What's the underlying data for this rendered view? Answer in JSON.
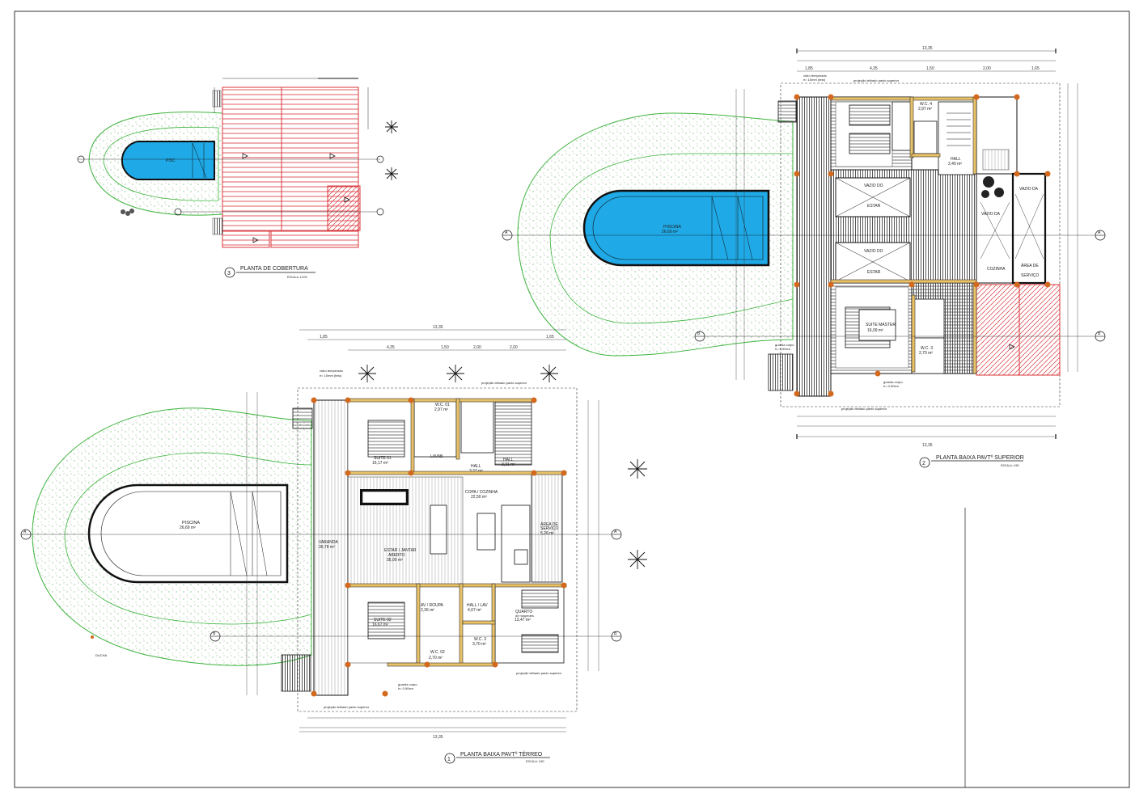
{
  "plans": {
    "roof": {
      "number": "3",
      "title": "PLANTA DE COBERTURA",
      "scale": "ESCALA: 1/100",
      "pool_label": "PISC"
    },
    "upper": {
      "number": "2",
      "title": "PLANTA BAIXA PAVTº SUPERIOR",
      "scale": "ESCALA: 1/50",
      "pool_label": "PISCINA",
      "pool_area": "26,69 m²",
      "rooms": {
        "wc4": "W.C. 4",
        "wc4_area": "2,97 m²",
        "hall": "HALL",
        "hall_area": "2,40 m²",
        "vazio_estar_1": "VAZIO DO",
        "vazio_estar_1b": "ESTAR",
        "vazio_estar_2": "VAZIO DO",
        "vazio_estar_2b": "ESTAR",
        "vazio_da": "VAZIO DA",
        "vazio_da2": "VAZIO DA",
        "cozinha": "COZINHA",
        "area_servico": "ÁREA DE",
        "area_servico2": "SERVIÇO",
        "suite_master": "SUITE MASTER",
        "suite_master_area": "16,09 m²",
        "wc3": "W.C. 3",
        "wc3_area": "2,70 m²"
      },
      "notes": {
        "vidro": "vidro temperado",
        "vidro2": "e= 10mm (teto)",
        "projecao": "projeção telhado pavto superior",
        "guarda_corpo": "guarda corpo",
        "guarda_corpo2": "h= 0,90cm"
      },
      "dims_top": [
        "1,85",
        "4,35",
        "1,50",
        "2,00",
        "1,65"
      ],
      "dims_total": "13,35"
    },
    "ground": {
      "number": "1",
      "title": "PLANTA BAIXA PAVTº TÉRREO",
      "scale": "ESCALA: 1/50",
      "pool_label": "PISCINA",
      "pool_area": "26,69 m²",
      "rooms": {
        "wc01": "W.C. 01",
        "wc01_area": "2,97 m²",
        "suite01": "SUITE 01",
        "suite01_area": "16,17 m²",
        "lavabo": "LAVAB",
        "hall1": "HALL",
        "hall1_area": "3,27 m²",
        "hall2": "HALL",
        "hall2_area": "2,31 m²",
        "copa": "COPA / COZINHA",
        "copa_area": "22,50 m²",
        "area_servico": "ÁREA DE",
        "area_servico2": "SERVIÇO",
        "area_servico_area": "5,26 m²",
        "varanda": "VARANDA",
        "varanda_area": "30,78 m²",
        "estar": "ESTAR / JANTAR",
        "estar2": "ABERTO",
        "estar_area": "35,09 m²",
        "suite02": "SUITE 02",
        "suite02_area": "16,67 m²",
        "av_roupa": "AV / ROUPA",
        "av_roupa_area": "2,36 m²",
        "hall_lav": "HALL / LAV",
        "hall_lav_area": "4,07 m²",
        "quarto": "QUARTO",
        "quarto_sub": "de hóspedes",
        "quarto_area": "13,47 m²",
        "wc3": "W.C. 3",
        "wc3_area": "3,70 m²",
        "wc02": "W.C. 02",
        "wc02_area": "2,70 m²",
        "ducha": "DUCHA"
      },
      "notes": {
        "vidro": "vidro temperado",
        "vidro2": "e= 10mm (teto)",
        "projecao": "projeção telhado pavto superior",
        "guarda_corpo": "guarda corpo",
        "guarda_corpo2": "h= 0,90cm"
      },
      "dims_top": [
        "1,85",
        "4,35",
        "1,50",
        "2,00",
        "2,00",
        "1,65"
      ],
      "dims_total": "13,35"
    }
  },
  "section_marks": [
    "A",
    "A",
    "B",
    "B"
  ],
  "colors": {
    "pool": "#1fa9e6",
    "roof_hatch": "#d9343a",
    "landscape": "#3db33d",
    "wall_accent": "#e8a53a",
    "column": "#d2691e"
  }
}
